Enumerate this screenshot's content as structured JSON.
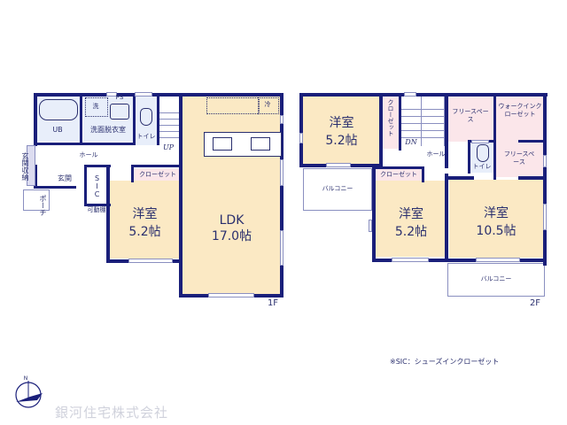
{
  "floor1": {
    "label": "1F",
    "rooms": {
      "ub": "UB",
      "wash_mark": "洗",
      "ps": "PS",
      "dressing": "洗面脱衣室",
      "toilet": "トイレ",
      "hall": "ホール",
      "up": "UP",
      "genkan_storage": "玄関収納",
      "genkan": "玄関",
      "sic": "SIC",
      "porch": "ポーチ",
      "movable_shelf": "可動棚",
      "closet": "クローゼット",
      "western_room": {
        "name": "洋室",
        "size": "5.2帖"
      },
      "ldk": {
        "name": "LDK",
        "size": "17.0帖"
      },
      "fridge_mark": "冷"
    }
  },
  "floor2": {
    "label": "2F",
    "rooms": {
      "western_room_a": {
        "name": "洋室",
        "size": "5.2帖"
      },
      "closet_vertical": "クローゼット",
      "dn": "DN",
      "free_space_1": "フリースペース",
      "walk_in_closet": "ウォークインクローゼット",
      "free_space_2": "フリースペース",
      "hall": "ホール",
      "toilet": "トイレ",
      "balcony_1": "バルコニー",
      "closet_b": "クローゼット",
      "western_room_b": {
        "name": "洋室",
        "size": "5.2帖"
      },
      "western_room_c": {
        "name": "洋室",
        "size": "10.5帖"
      },
      "balcony_2": "バルコニー"
    }
  },
  "footnote": "※SIC：シューズインクローゼット",
  "logo": {
    "company": "銀河住宅株式会社",
    "compass_mark": "N"
  },
  "colors": {
    "wall": "#1a1f7a",
    "room_beige": "#fbe9c4",
    "room_pink": "#fbe6ea",
    "wet_blue": "#e8eefa"
  }
}
